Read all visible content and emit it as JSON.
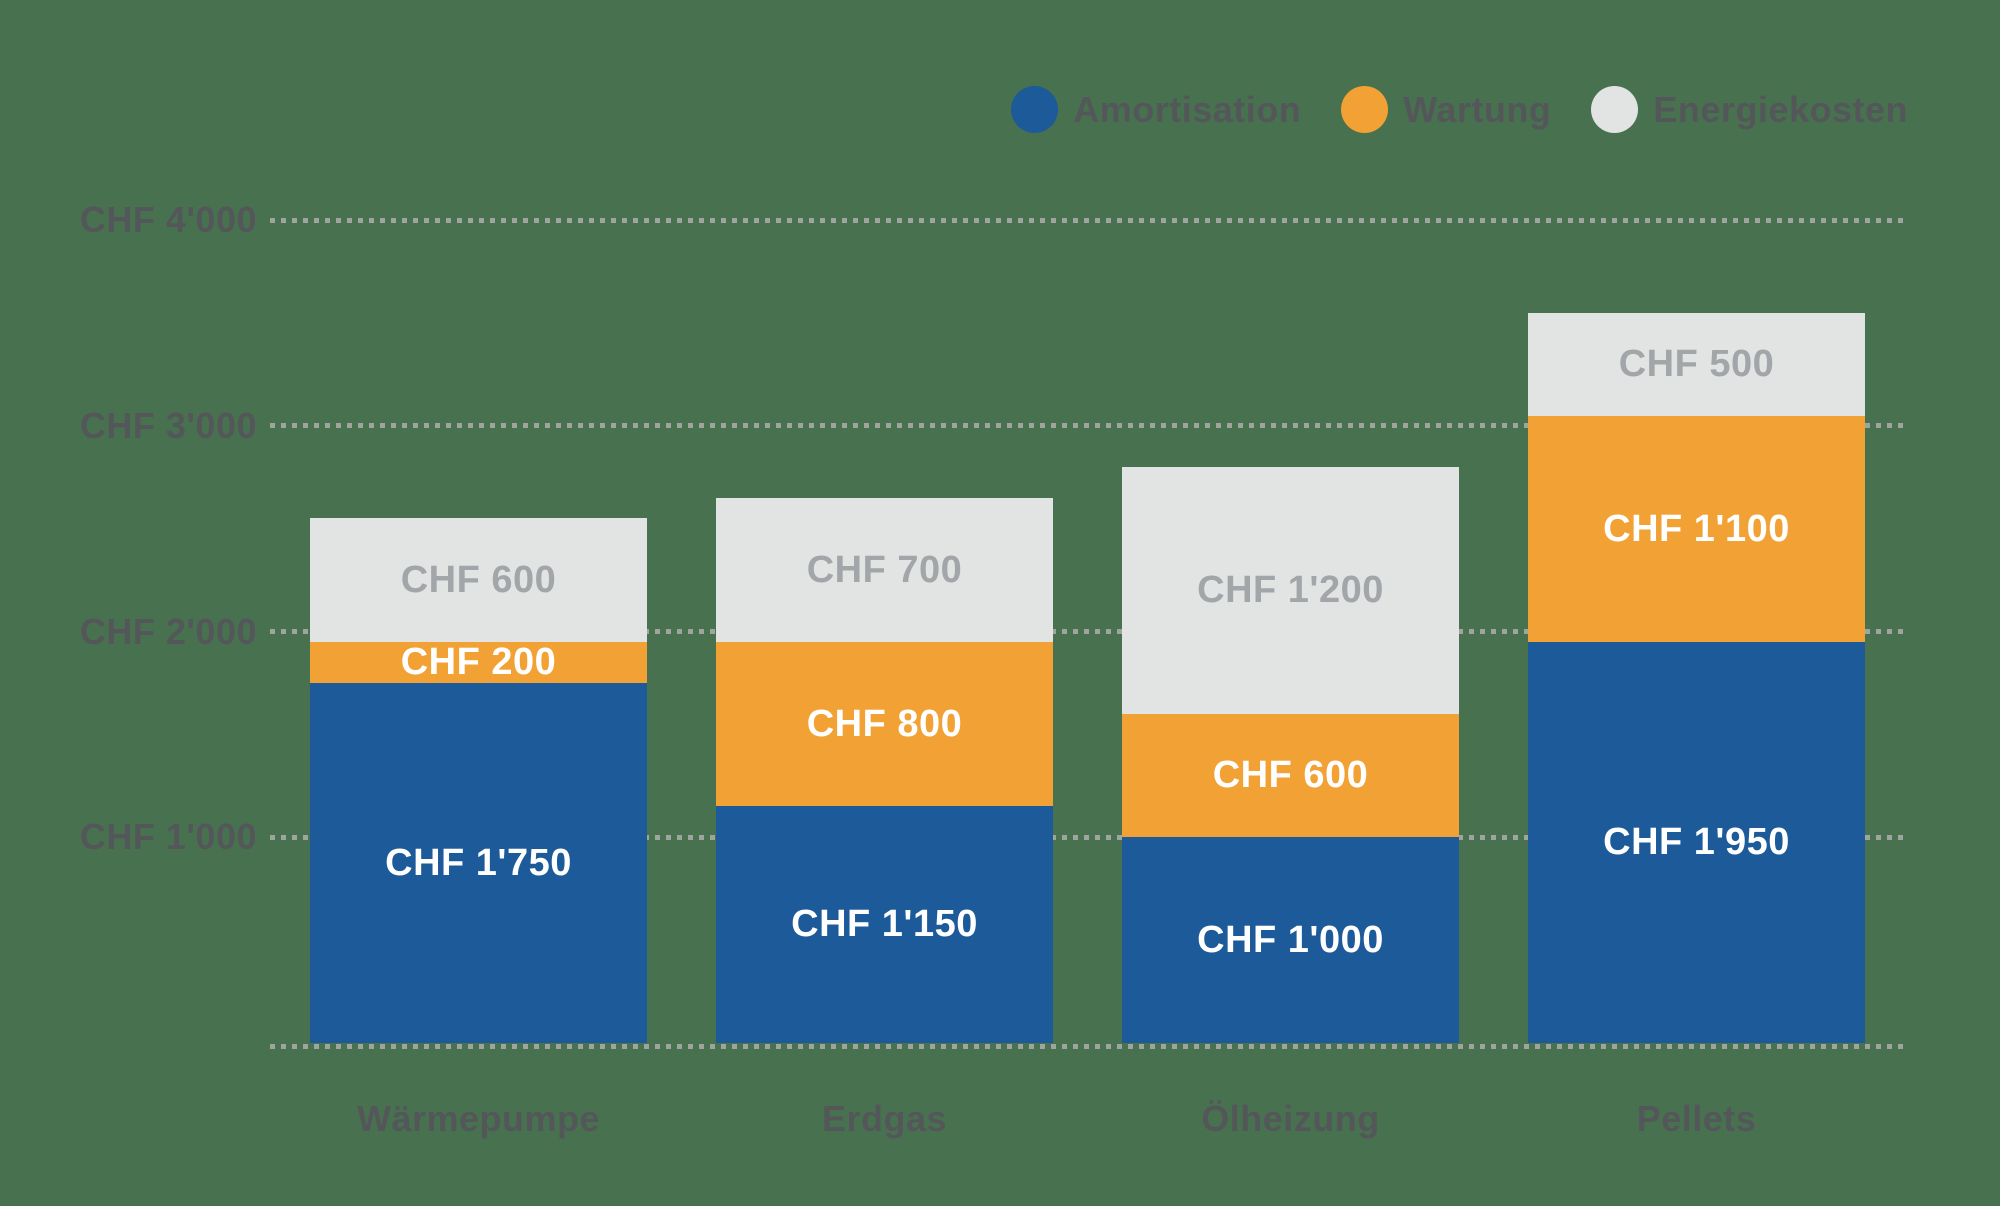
{
  "colors": {
    "background": "#48714F",
    "axis_text": "#54575A",
    "gridline_dots": "#9FA49F",
    "amortisation_blue": "#1C5A9A",
    "wartung_orange": "#F2A235",
    "energiekosten_gray": "#E2E4E4",
    "gray_segment_text": "#A2A6A9",
    "white_segment_text": "#FFFFFF"
  },
  "legend": {
    "items": [
      {
        "label": "Amortisation",
        "color": "#1C5A9A"
      },
      {
        "label": "Wartung",
        "color": "#F2A235"
      },
      {
        "label": "Energiekosten",
        "color": "#E2E4E4"
      }
    ]
  },
  "chart_data": {
    "type": "bar",
    "stacked": true,
    "title": "",
    "currency": "CHF",
    "legend_position": "top-right",
    "grid": "dotted-horizontal",
    "categories": [
      "Wärmepumpe",
      "Erdgas",
      "Ölheizung",
      "Pellets"
    ],
    "series": [
      {
        "name": "Amortisation",
        "color": "#1C5A9A",
        "label_color": "#FFFFFF",
        "values": [
          1750,
          1150,
          1000,
          1950
        ],
        "labels": [
          "CHF 1'750",
          "CHF 1'150",
          "CHF 1'000",
          "CHF 1'950"
        ]
      },
      {
        "name": "Wartung",
        "color": "#F2A235",
        "label_color": "#FFFFFF",
        "values": [
          200,
          800,
          600,
          1100
        ],
        "labels": [
          "CHF 200",
          "CHF 800",
          "CHF 600",
          "CHF 1'100"
        ]
      },
      {
        "name": "Energiekosten",
        "color": "#E2E4E4",
        "label_color": "#A2A6A9",
        "values": [
          600,
          700,
          1200,
          500
        ],
        "labels": [
          "CHF 600",
          "CHF 700",
          "CHF 1'200",
          "CHF 500"
        ]
      }
    ],
    "totals": [
      2550,
      2650,
      2800,
      3550
    ],
    "y_axis": {
      "range": [
        0,
        4000
      ],
      "ticks": [
        {
          "value": 1000,
          "label": "CHF 1'000"
        },
        {
          "value": 2000,
          "label": "CHF 2'000"
        },
        {
          "value": 3000,
          "label": "CHF 3'000"
        },
        {
          "value": 4000,
          "label": "CHF 4'000"
        }
      ]
    },
    "xlabel": "",
    "ylabel": ""
  }
}
